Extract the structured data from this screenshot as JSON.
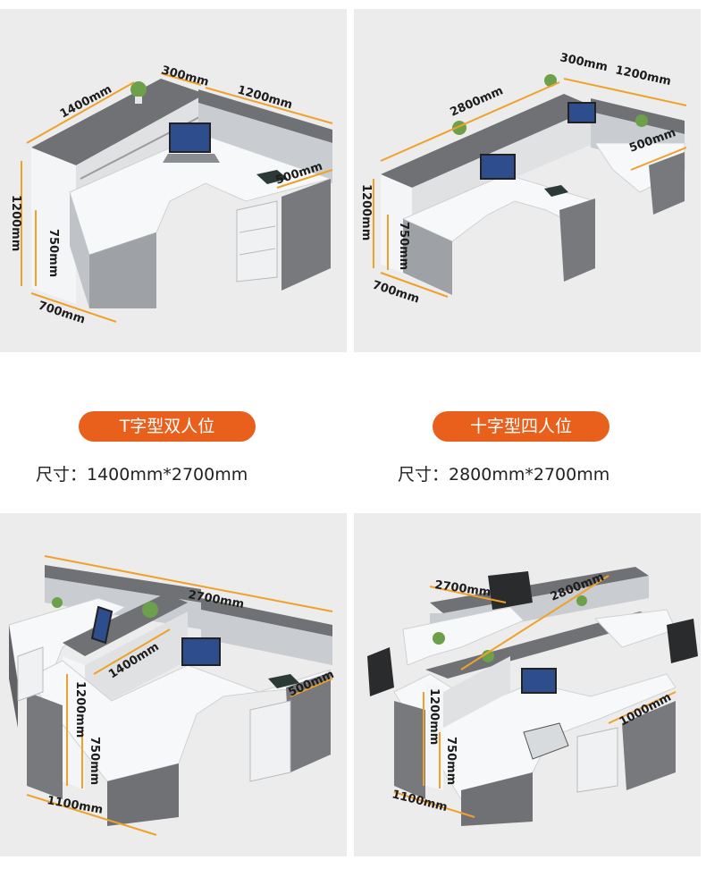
{
  "colors": {
    "accent": "#e8601c",
    "panel_bg": "#ececec",
    "desk_dark": "#6f7174",
    "desk_light": "#f4f5f6",
    "dim_line": "#f0a12a"
  },
  "products": [
    {
      "label": "T字型双人位",
      "size_text": "尺寸：1400mm*2700mm",
      "top_image": {
        "dims": [
          "1400mm",
          "300mm",
          "1200mm",
          "500mm",
          "1200mm",
          "750mm",
          "700mm"
        ]
      },
      "bottom_image": {
        "dims": [
          "2700mm",
          "1400mm",
          "500mm",
          "1200mm",
          "750mm",
          "1100mm"
        ]
      }
    },
    {
      "label": "十字型四人位",
      "size_text": "尺寸：2800mm*2700mm",
      "top_image": {
        "dims": [
          "2800mm",
          "300mm",
          "1200mm",
          "500mm",
          "1200mm",
          "750mm",
          "700mm"
        ]
      },
      "bottom_image": {
        "dims": [
          "2700mm",
          "2800mm",
          "1000mm",
          "1200mm",
          "750mm",
          "1100mm"
        ]
      }
    }
  ]
}
